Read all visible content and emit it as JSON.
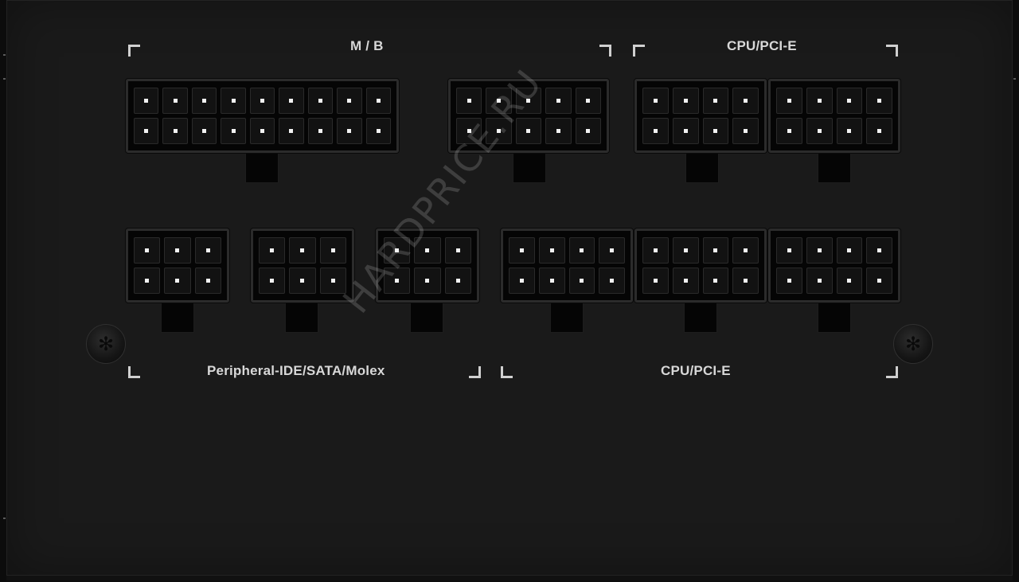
{
  "labels": {
    "mb": "M / B",
    "cpu_pcie_top": "CPU/PCI-E",
    "peripheral": "Peripheral-IDE/SATA/Molex",
    "cpu_pcie_bottom": "CPU/PCI-E"
  },
  "watermark": "HARDPRICE.RU",
  "screw_icon": "torx-screw-icon",
  "colors": {
    "panel": "#1a1a1a",
    "connector": "#050505",
    "pin_dot": "#f2f2f2",
    "label": "#d8d8d8"
  }
}
